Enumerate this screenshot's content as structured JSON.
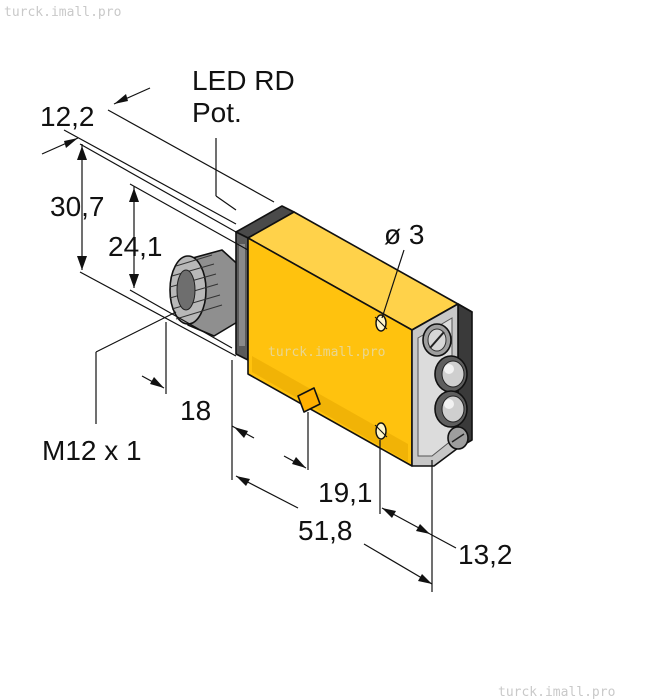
{
  "watermark": {
    "top_left": "turck.imall.pro",
    "center": "turck.imall.pro",
    "bottom_right": "turck.imall.pro"
  },
  "labels": {
    "led": "LED RD",
    "pot": "Pot.",
    "hole": "ø 3",
    "connector": "M12 x 1"
  },
  "dimensions": {
    "d_12_2": "12,2",
    "d_30_7": "30,7",
    "d_24_1": "24,1",
    "d_18": "18",
    "d_19_1": "19,1",
    "d_51_8": "51,8",
    "d_13_2": "13,2"
  },
  "colors": {
    "housing_yellow": "#ffc20e",
    "housing_shadow": "#d99a00",
    "housing_light": "#ffd95a",
    "dark_gray": "#3b3b3b",
    "mid_gray": "#9a9a9a",
    "light_gray": "#cfcfcf"
  }
}
